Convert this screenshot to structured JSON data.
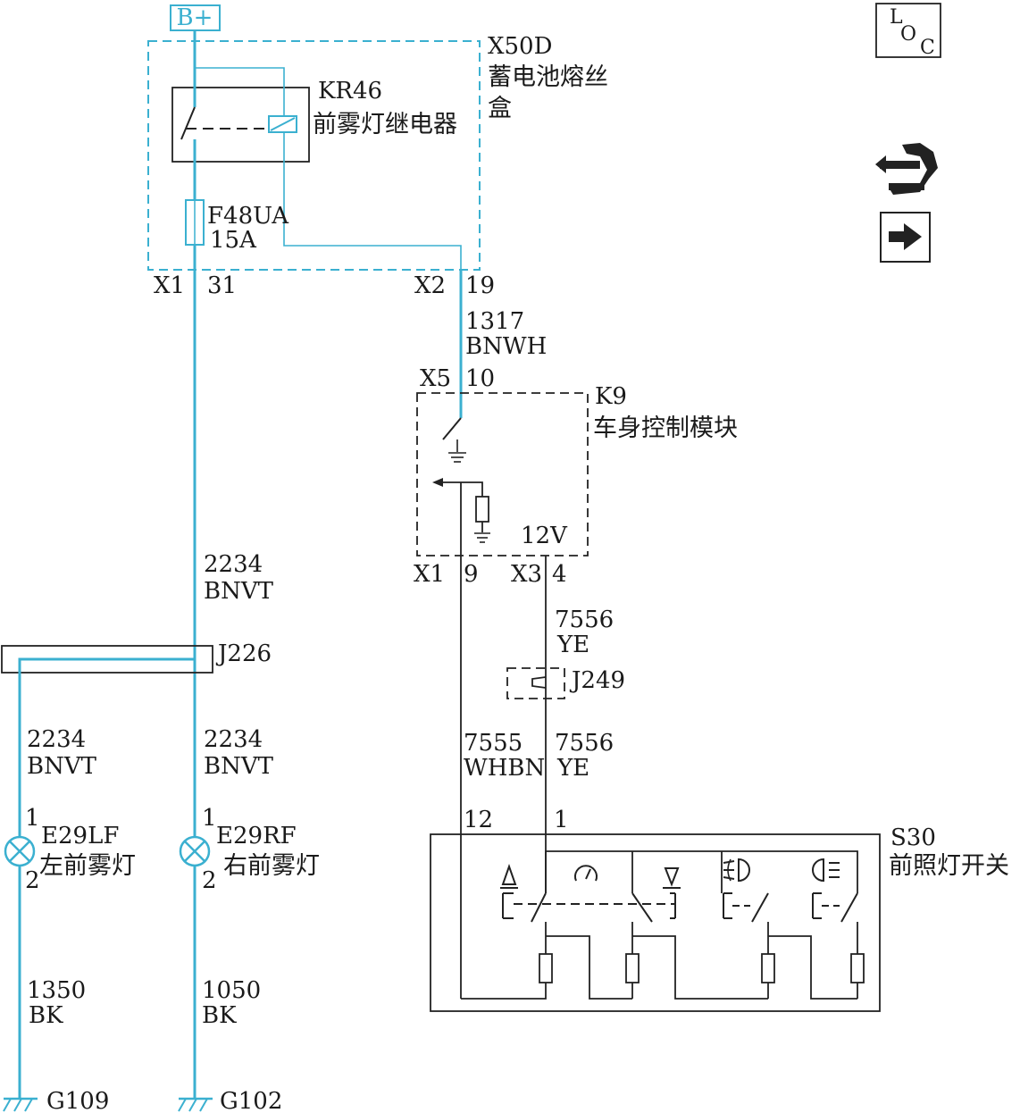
{
  "power": {
    "label": "B+"
  },
  "loc_icon": {
    "l": "L",
    "o": "O",
    "c": "C"
  },
  "x50d": {
    "id": "X50D",
    "name_line1": "蓄电池熔丝",
    "name_line2": "盒",
    "pin_a_conn": "X1",
    "pin_a_num": "31",
    "pin_b_conn": "X2",
    "pin_b_num": "19"
  },
  "kr46": {
    "id": "KR46",
    "name": "前雾灯继电器"
  },
  "fuse": {
    "id": "F48UA",
    "rating": "15A"
  },
  "wire_1317": {
    "num": "1317",
    "color": "BNWH"
  },
  "k9": {
    "id": "K9",
    "name": "车身控制模块",
    "in_conn": "X5",
    "in_pin": "10",
    "out1_conn": "X1",
    "out1_pin": "9",
    "out2_conn": "X3",
    "out2_pin": "4",
    "voltage": "12V"
  },
  "wire_2234_main": {
    "num": "2234",
    "color": "BNVT"
  },
  "splice_j226": {
    "id": "J226"
  },
  "wire_2234_left": {
    "num": "2234",
    "color": "BNVT"
  },
  "wire_2234_right": {
    "num": "2234",
    "color": "BNVT"
  },
  "lamp_left": {
    "id": "E29LF",
    "name": "左前雾灯",
    "pin1": "1",
    "pin2": "2"
  },
  "lamp_right": {
    "id": "E29RF",
    "name": "右前雾灯",
    "pin1": "1",
    "pin2": "2"
  },
  "wire_1350": {
    "num": "1350",
    "color": "BK"
  },
  "wire_1050": {
    "num": "1050",
    "color": "BK"
  },
  "ground_left": {
    "id": "G109"
  },
  "ground_right": {
    "id": "G102"
  },
  "wire_7556_top": {
    "num": "7556",
    "color": "YE"
  },
  "connector_j249": {
    "id": "J249"
  },
  "wire_7555": {
    "num": "7555",
    "color": "WHBN"
  },
  "wire_7556_bot": {
    "num": "7556",
    "color": "YE"
  },
  "s30": {
    "id": "S30",
    "name": "前照灯开关",
    "pin_a": "12",
    "pin_b": "1"
  },
  "colors": {
    "wire_blue": "#3bb0d0",
    "wire_black": "#222222"
  }
}
